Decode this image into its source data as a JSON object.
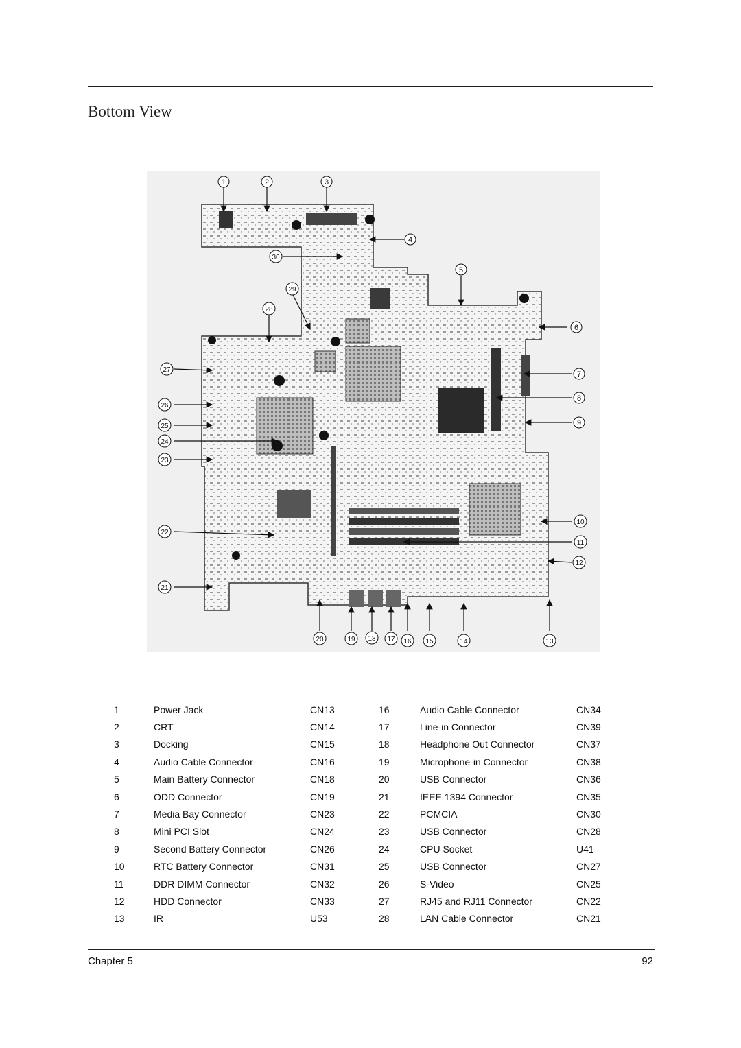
{
  "page": {
    "title": "Bottom View",
    "footer_chapter": "Chapter 5",
    "footer_page": "92"
  },
  "callouts": [
    "1",
    "2",
    "3",
    "4",
    "5",
    "6",
    "7",
    "8",
    "9",
    "10",
    "11",
    "12",
    "13",
    "14",
    "15",
    "16",
    "17",
    "18",
    "19",
    "20",
    "21",
    "22",
    "23",
    "24",
    "25",
    "26",
    "27",
    "28",
    "29",
    "30"
  ],
  "parts_table": {
    "rows": [
      {
        "n1": "1",
        "name1": "Power Jack",
        "ref1": "CN13",
        "n2": "16",
        "name2": "Audio Cable Connector",
        "ref2": "CN34"
      },
      {
        "n1": "2",
        "name1": "CRT",
        "ref1": "CN14",
        "n2": "17",
        "name2": "Line-in Connector",
        "ref2": "CN39"
      },
      {
        "n1": "3",
        "name1": "Docking",
        "ref1": "CN15",
        "n2": "18",
        "name2": "Headphone Out Connector",
        "ref2": "CN37"
      },
      {
        "n1": "4",
        "name1": "Audio Cable Connector",
        "ref1": "CN16",
        "n2": "19",
        "name2": "Microphone-in Connector",
        "ref2": "CN38"
      },
      {
        "n1": "5",
        "name1": "Main Battery Connector",
        "ref1": "CN18",
        "n2": "20",
        "name2": "USB Connector",
        "ref2": "CN36"
      },
      {
        "n1": "6",
        "name1": "ODD Connector",
        "ref1": "CN19",
        "n2": "21",
        "name2": "IEEE 1394 Connector",
        "ref2": "CN35"
      },
      {
        "n1": "7",
        "name1": "Media Bay Connector",
        "ref1": "CN23",
        "n2": "22",
        "name2": "PCMCIA",
        "ref2": "CN30"
      },
      {
        "n1": "8",
        "name1": "Mini PCI Slot",
        "ref1": "CN24",
        "n2": "23",
        "name2": "USB Connector",
        "ref2": "CN28"
      },
      {
        "n1": "9",
        "name1": "Second Battery Connector",
        "ref1": "CN26",
        "n2": "24",
        "name2": "CPU Socket",
        "ref2": "U41"
      },
      {
        "n1": "10",
        "name1": "RTC Battery Connector",
        "ref1": "CN31",
        "n2": "25",
        "name2": "USB Connector",
        "ref2": "CN27"
      },
      {
        "n1": "11",
        "name1": "DDR DIMM Connector",
        "ref1": "CN32",
        "n2": "26",
        "name2": "S-Video",
        "ref2": "CN25"
      },
      {
        "n1": "12",
        "name1": "HDD Connector",
        "ref1": "CN33",
        "n2": "27",
        "name2": "RJ45 and RJ11 Connector",
        "ref2": "CN22"
      },
      {
        "n1": "13",
        "name1": "IR",
        "ref1": "U53",
        "n2": "28",
        "name2": "LAN Cable Connector",
        "ref2": "CN21"
      }
    ]
  }
}
